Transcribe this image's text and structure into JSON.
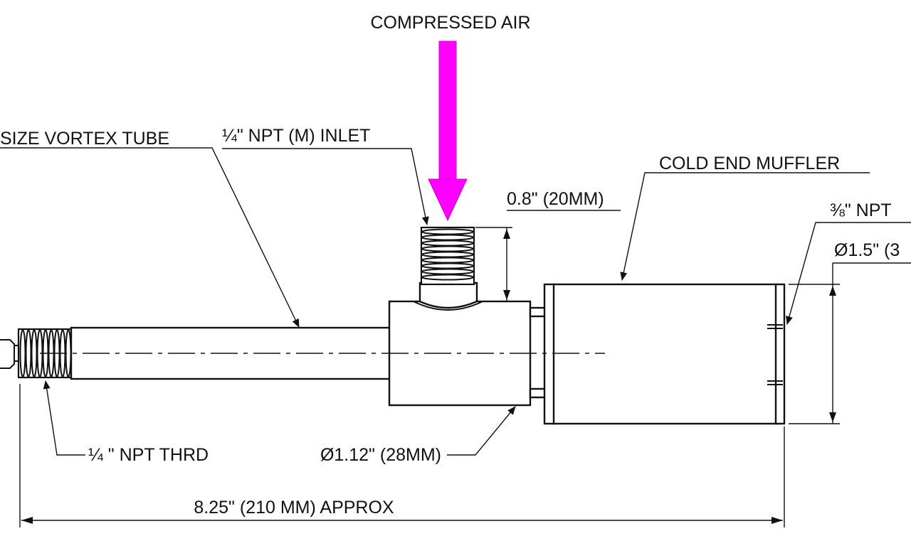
{
  "labels": {
    "compressed_air": "COMPRESSED AIR",
    "vortex_tube": "SIZE VORTEX TUBE",
    "inlet_prefix": "¼\" NPT (M) INLET",
    "inlet_depth": "0.8\" (20MM)",
    "cold_end_muffler": "COLD END MUFFLER",
    "muffler_thread": "⅜\" NPT",
    "muffler_diameter": "Ø1.5\" (3",
    "hot_end_thread": "¼ \" NPT THRD",
    "body_diameter": "Ø1.12\" (28MM)",
    "overall_length": "8.25\" (210 MM) APPROX"
  },
  "colors": {
    "air_arrow": "#ff00ff",
    "line": "#111111",
    "background": "#ffffff"
  }
}
